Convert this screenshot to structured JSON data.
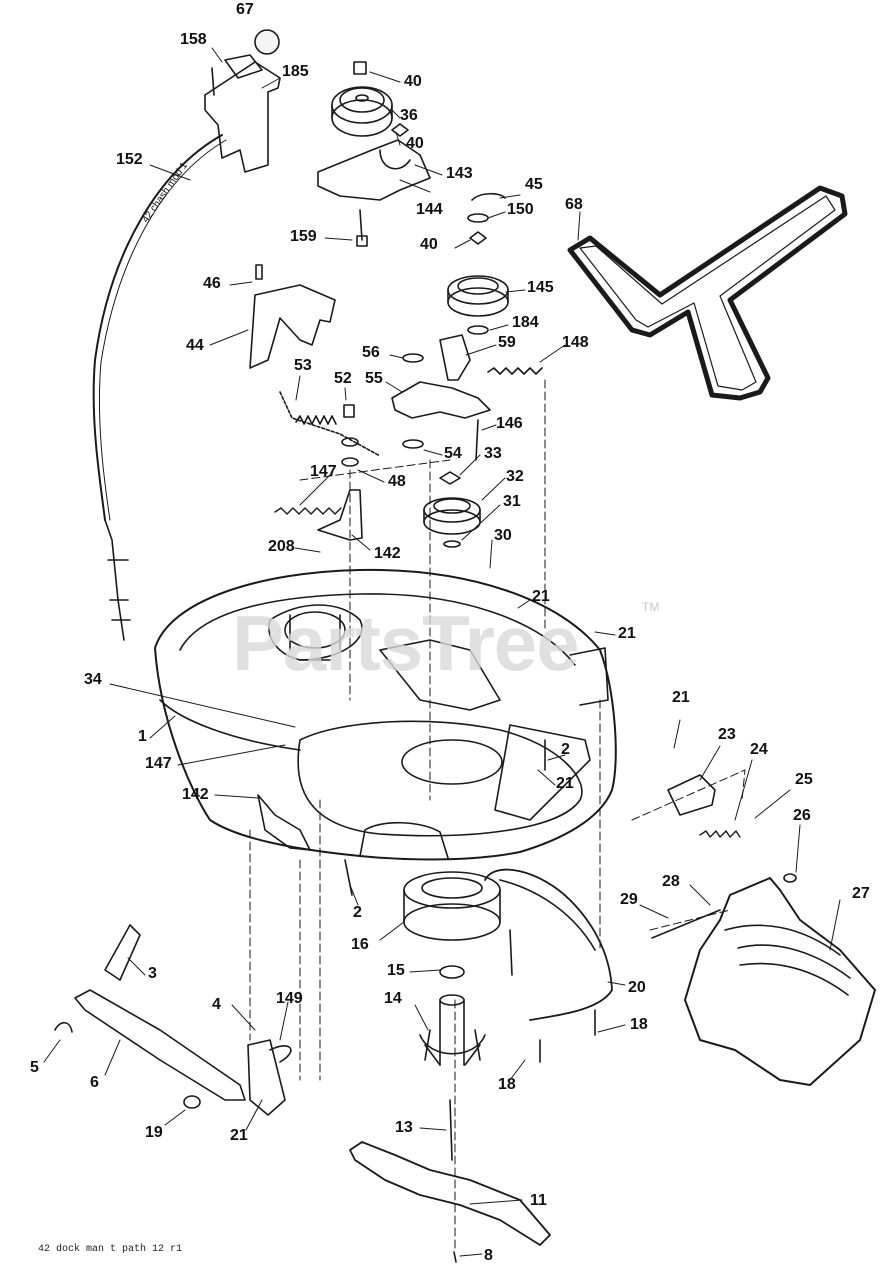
{
  "diagram": {
    "watermark": "PartsTree",
    "trademark": "TM",
    "footer": "42 dock man t path 12 r1",
    "cover_badge": "42",
    "cable_text": "42 chash mod 1",
    "callouts": [
      "67",
      "158",
      "185",
      "40",
      "36",
      "40",
      "143",
      "144",
      "45",
      "150",
      "68",
      "152",
      "159",
      "40",
      "145",
      "46",
      "184",
      "44",
      "56",
      "59",
      "148",
      "53",
      "52",
      "55",
      "146",
      "54",
      "33",
      "32",
      "48",
      "147",
      "31",
      "142",
      "30",
      "208",
      "21",
      "21",
      "34",
      "1",
      "147",
      "21",
      "23",
      "24",
      "2",
      "21",
      "25",
      "142",
      "26",
      "2",
      "27",
      "28",
      "29",
      "16",
      "15",
      "20",
      "14",
      "18",
      "3",
      "4",
      "149",
      "5",
      "6",
      "18",
      "19",
      "21",
      "13",
      "11",
      "8"
    ],
    "colors": {
      "line": "#1a1a1a",
      "watermark": "#d9d9d9"
    }
  }
}
